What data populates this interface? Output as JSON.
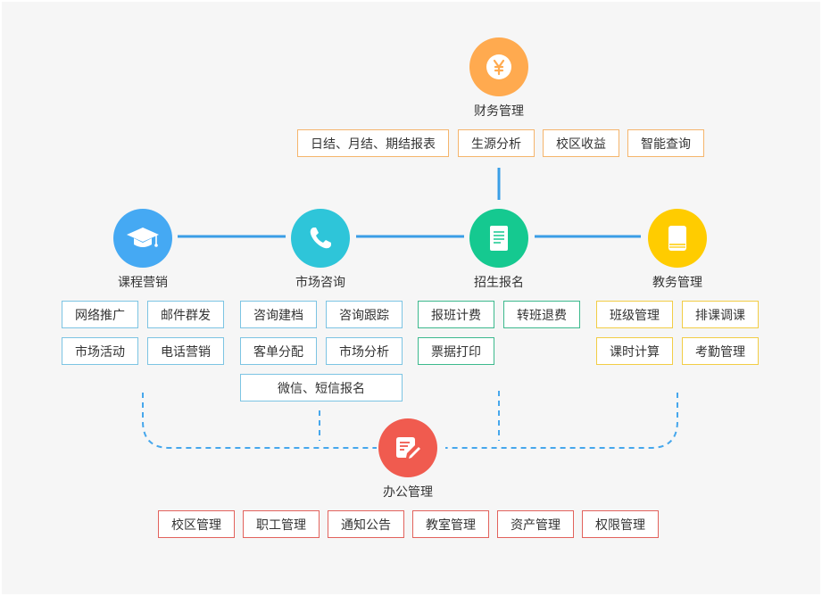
{
  "colors": {
    "finance": "#ffaa4f",
    "courses": "#45a9f3",
    "consult": "#2ec5d9",
    "enroll": "#15c990",
    "academic": "#ffcc00",
    "office": "#f05b4f",
    "connector": "#3a9ee6"
  },
  "modules": {
    "finance": {
      "title": "财务管理",
      "icon": "yen-coin-icon",
      "tags": [
        "日结、月结、期结报表",
        "生源分析",
        "校区收益",
        "智能查询"
      ]
    },
    "courses": {
      "title": "课程营销",
      "icon": "graduation-cap-icon",
      "tags": [
        "网络推广",
        "邮件群发",
        "市场活动",
        "电话营销"
      ]
    },
    "consult": {
      "title": "市场咨询",
      "icon": "phone-icon",
      "tags": [
        "咨询建档",
        "咨询跟踪",
        "客单分配",
        "市场分析",
        "微信、短信报名"
      ]
    },
    "enroll": {
      "title": "招生报名",
      "icon": "document-icon",
      "tags": [
        "报班计费",
        "转班退费",
        "票据打印"
      ]
    },
    "academic": {
      "title": "教务管理",
      "icon": "book-icon",
      "tags": [
        "班级管理",
        "排课调课",
        "课时计算",
        "考勤管理"
      ]
    },
    "office": {
      "title": "办公管理",
      "icon": "edit-document-icon",
      "tags": [
        "校区管理",
        "职工管理",
        "通知公告",
        "教室管理",
        "资产管理",
        "权限管理"
      ]
    }
  }
}
